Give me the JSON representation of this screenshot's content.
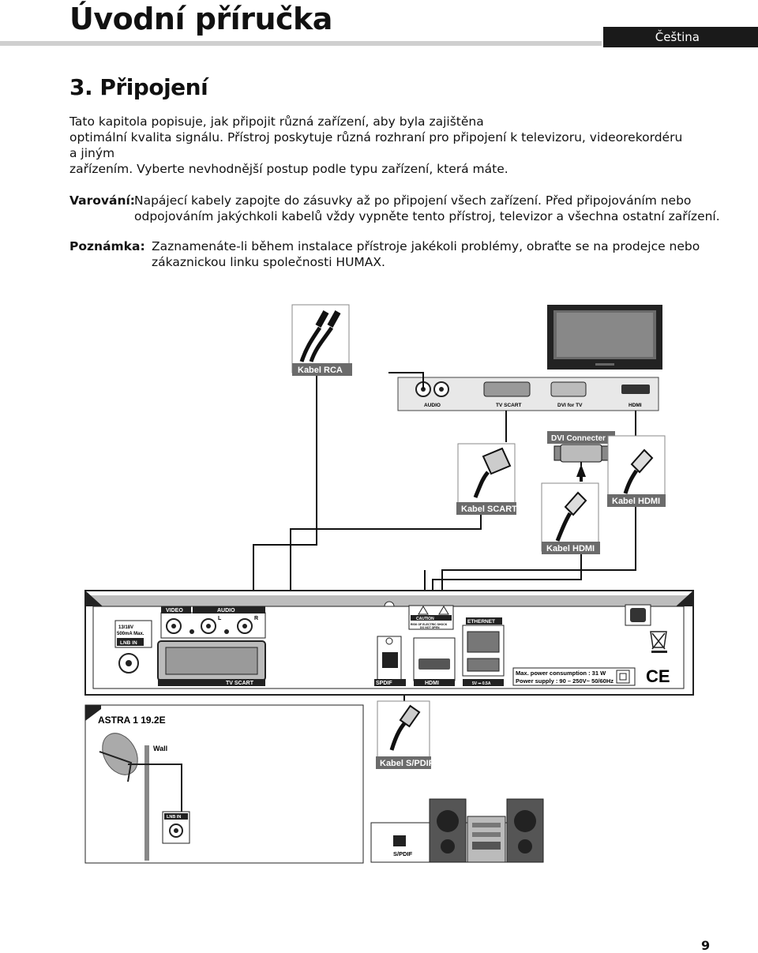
{
  "header": {
    "title": "Úvodní příručka",
    "language": "Čeština"
  },
  "section": {
    "title": "3. Připojení"
  },
  "intro": {
    "line1": "Tato kapitola popisuje, jak připojit různá zařízení, aby byla zajištěna",
    "line2": "optimální kvalita signálu. Přístroj poskytuje různá rozhraní pro připojení k televizoru, videorekordéru",
    "line3": "a jiným",
    "line4": "zařízením. Vyberte nevhodnější postup podle typu zařízení, která máte."
  },
  "warning": {
    "label": "Varování:",
    "line1": "Napájecí kabely zapojte do zásuvky až po připojení všech zařízení. Před připojováním nebo",
    "line2": "odpojováním jakýchkoli kabelů vždy vypněte tento přístroj, televizor a všechna ostatní zařízení."
  },
  "note": {
    "label": "Poznámka:",
    "line1": "Zaznamenáte-li během instalace přístroje jakékoli problémy, obraťte se na prodejce nebo",
    "line2": "zákaznickou linku společnosti HUMAX."
  },
  "diagram": {
    "cable_rca": "Kabel RCA",
    "cable_scart": "Kabel SCART",
    "cable_hdmi_1": "Kabel HDMI",
    "cable_hdmi_2": "Kabel HDMI",
    "cable_spdif": "Kabel S/PDIF",
    "dvi_connector": "DVI Connecter",
    "tv_ports": {
      "audio": "AUDIO",
      "tv_scart": "TV SCART",
      "dvi": "DVI for TV",
      "hdmi": "HDMI"
    },
    "receiver": {
      "lnb_voltage": "13/18V",
      "lnb_current": "500mA Max.",
      "lnb_in": "LNB IN",
      "video": "VIDEO",
      "audio": "AUDIO",
      "audio_l": "L",
      "audio_r": "R",
      "tv_scart": "TV SCART",
      "caution": "CAUTION",
      "caution_line1": "RISK OF ELECTRIC SHOCK",
      "caution_line2": "DO NOT OPEN",
      "ethernet": "ETHERNET",
      "spdif": "SPDIF",
      "hdmi": "HDMI",
      "usb_rating": "5V ⎓ 0.5A",
      "power_consumption": "Max. power consumption : 31 W",
      "power_supply": "Power supply : 90 – 250V~ 50/60Hz"
    },
    "satellite": "ASTRA 1 19.2E",
    "wall": "Wall",
    "wall_lnb": "LNB IN",
    "audio_system_port": "S/PDIF"
  },
  "page_number": "9"
}
